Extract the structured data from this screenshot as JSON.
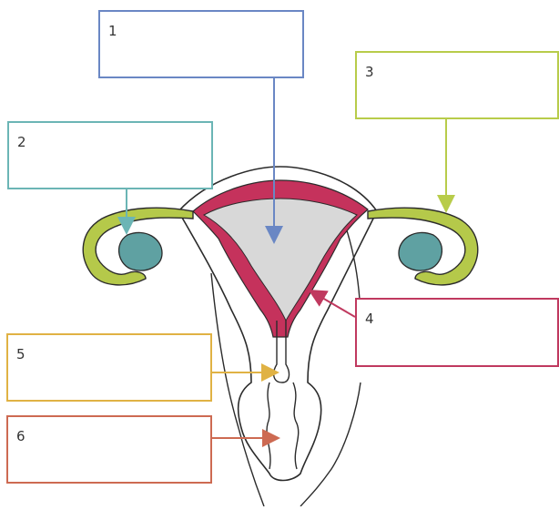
{
  "labels": [
    {
      "id": "1",
      "text": "1",
      "color": "#6a87c4"
    },
    {
      "id": "2",
      "text": "2",
      "color": "#6bb5b5"
    },
    {
      "id": "3",
      "text": "3",
      "color": "#b8cc4a"
    },
    {
      "id": "4",
      "text": "4",
      "color": "#c0395f"
    },
    {
      "id": "5",
      "text": "5",
      "color": "#e0b244"
    },
    {
      "id": "6",
      "text": "6",
      "color": "#cd6a52"
    }
  ],
  "colors": {
    "outline": "#2b2b2b",
    "cavity": "#d8d8d8",
    "endometrium": "#c5325c",
    "fallopian_tube": "#b5c94a",
    "ovary": "#5fa1a2"
  }
}
